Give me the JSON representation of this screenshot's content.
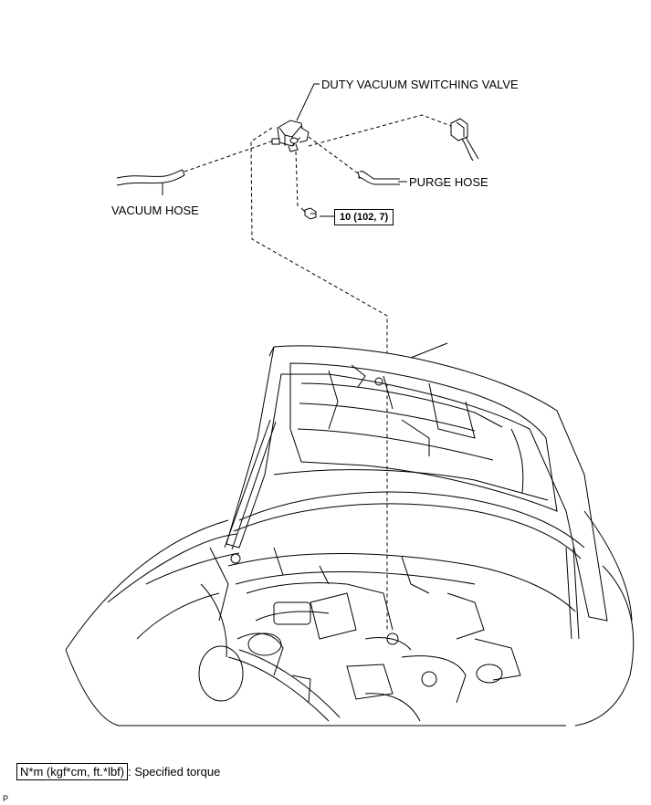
{
  "labels": {
    "valve": "DUTY VACUUM SWITCHING VALVE",
    "purge_hose": "PURGE HOSE",
    "vacuum_hose": "VACUUM HOSE"
  },
  "torque": {
    "value": "10 (102, 7)"
  },
  "legend": {
    "unit_box": "N*m (kgf*cm, ft.*lbf)",
    "description": ": Specified torque"
  },
  "page_mark": "P"
}
